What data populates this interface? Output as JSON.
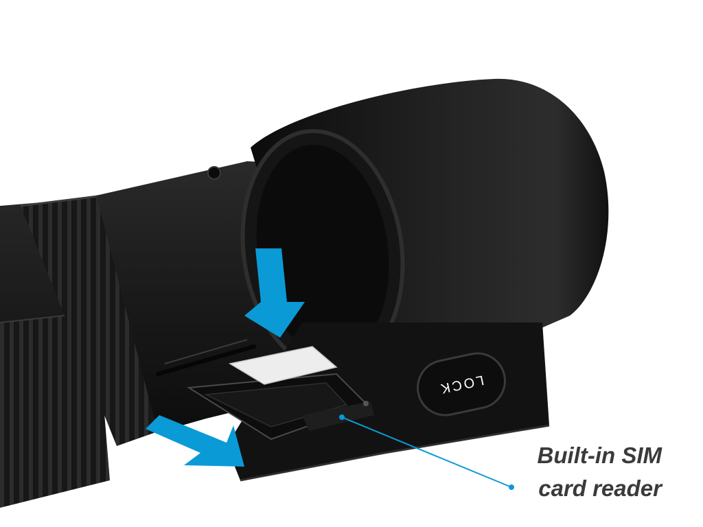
{
  "product_image": {
    "icons": [
      "dashcam-body",
      "sim-card",
      "sim-tray",
      "down-arrow",
      "out-arrow"
    ],
    "colors": {
      "arrow": "#0a9ad6",
      "callout": "#0a9ad6",
      "body": "#1b1b1b",
      "sim_card": "#ededed",
      "text": "#3a3a3a"
    }
  },
  "lock_label": "LOCK",
  "caption": {
    "line1": "Built-in SIM",
    "line2": "card reader"
  }
}
